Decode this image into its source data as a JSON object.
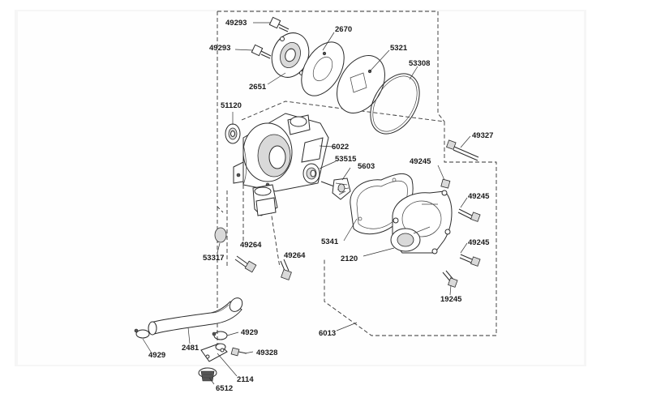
{
  "labels": {
    "p49293a": "49293",
    "p49293b": "49293",
    "p2670": "2670",
    "p5321": "5321",
    "p53308": "53308",
    "p2651": "2651",
    "p51120": "51120",
    "p6022": "6022",
    "p53515": "53515",
    "p5603": "5603",
    "p49327": "49327",
    "p49245a": "49245",
    "p49245b": "49245",
    "p49245c": "49245",
    "p5341": "5341",
    "p53317": "53317",
    "p49264a": "49264",
    "p49264b": "49264",
    "p2120": "2120",
    "p19245": "19245",
    "p6013": "6013",
    "p4929a": "4929",
    "p4929b": "4929",
    "p2481": "2481",
    "p49328": "49328",
    "p2114": "2114",
    "p6512": "6512"
  }
}
